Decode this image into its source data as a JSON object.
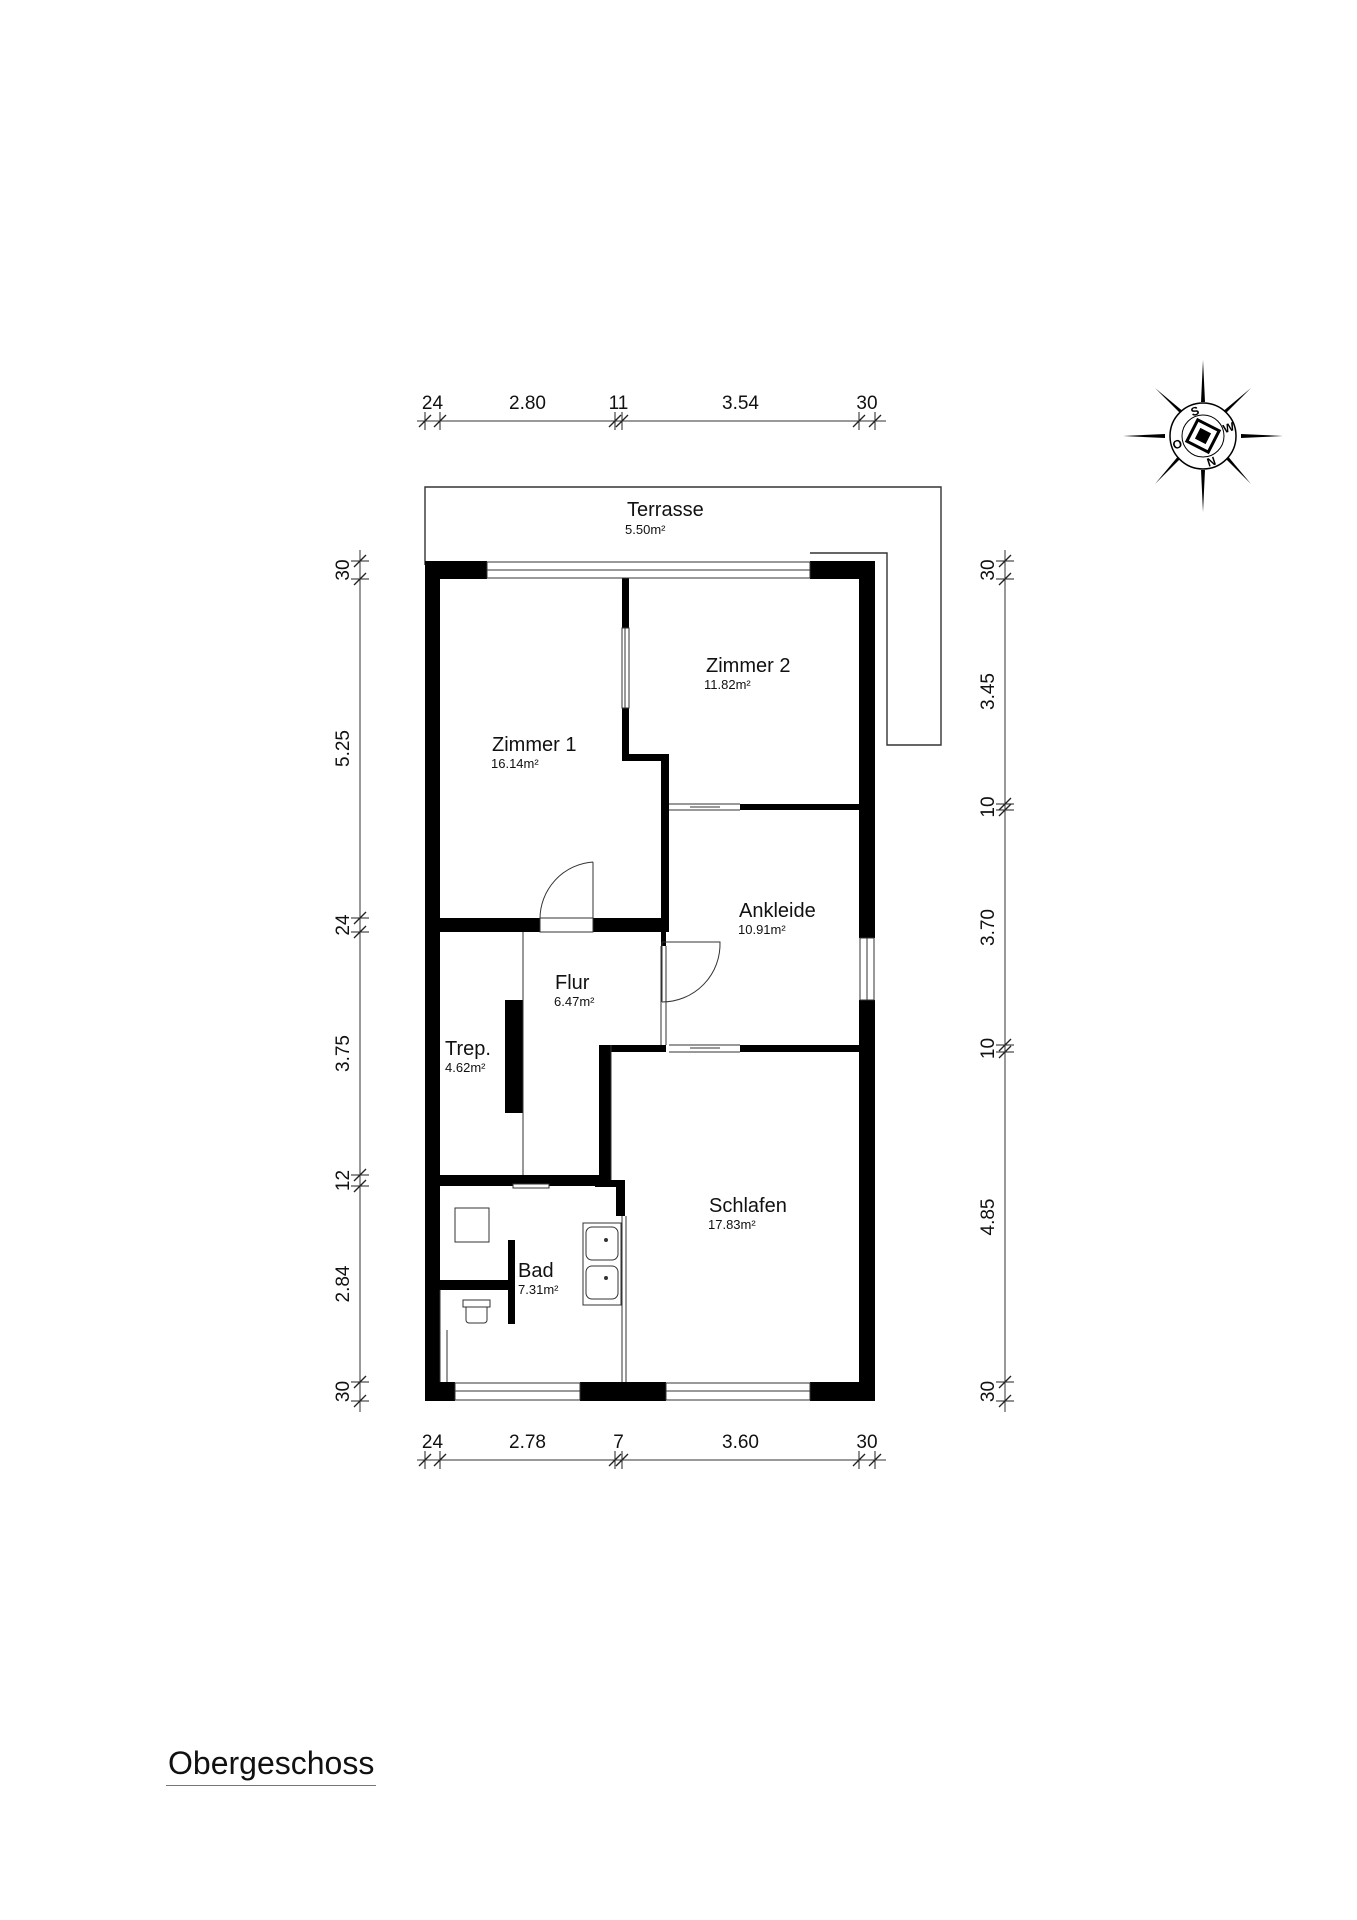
{
  "floor_title": "Obergeschoss",
  "area_unit": "m²",
  "rooms": {
    "terrasse": {
      "name": "Terrasse",
      "area": "5.50"
    },
    "zimmer2": {
      "name": "Zimmer 2",
      "area": "11.82"
    },
    "zimmer1": {
      "name": "Zimmer 1",
      "area": "16.14"
    },
    "ankleide": {
      "name": "Ankleide",
      "area": "10.91"
    },
    "flur": {
      "name": "Flur",
      "area": "6.47"
    },
    "trep": {
      "name": "Trep.",
      "area": "4.62"
    },
    "schlafen": {
      "name": "Schlafen",
      "area": "17.83"
    },
    "bad": {
      "name": "Bad",
      "area": "7.31"
    }
  },
  "dimensions": {
    "top": [
      "24",
      "2.80",
      "11",
      "3.54",
      "30"
    ],
    "bottom": [
      "24",
      "2.78",
      "7",
      "3.60",
      "30"
    ],
    "left": [
      "30",
      "5.25",
      "24",
      "3.75",
      "12",
      "2.84",
      "30"
    ],
    "right": [
      "30",
      "3.45",
      "10",
      "3.70",
      "10",
      "4.85",
      "30"
    ]
  },
  "compass": {
    "letters": [
      "S",
      "W",
      "N",
      "O"
    ]
  },
  "colors": {
    "wall": "#000000",
    "line": "#333333",
    "background": "#ffffff"
  }
}
